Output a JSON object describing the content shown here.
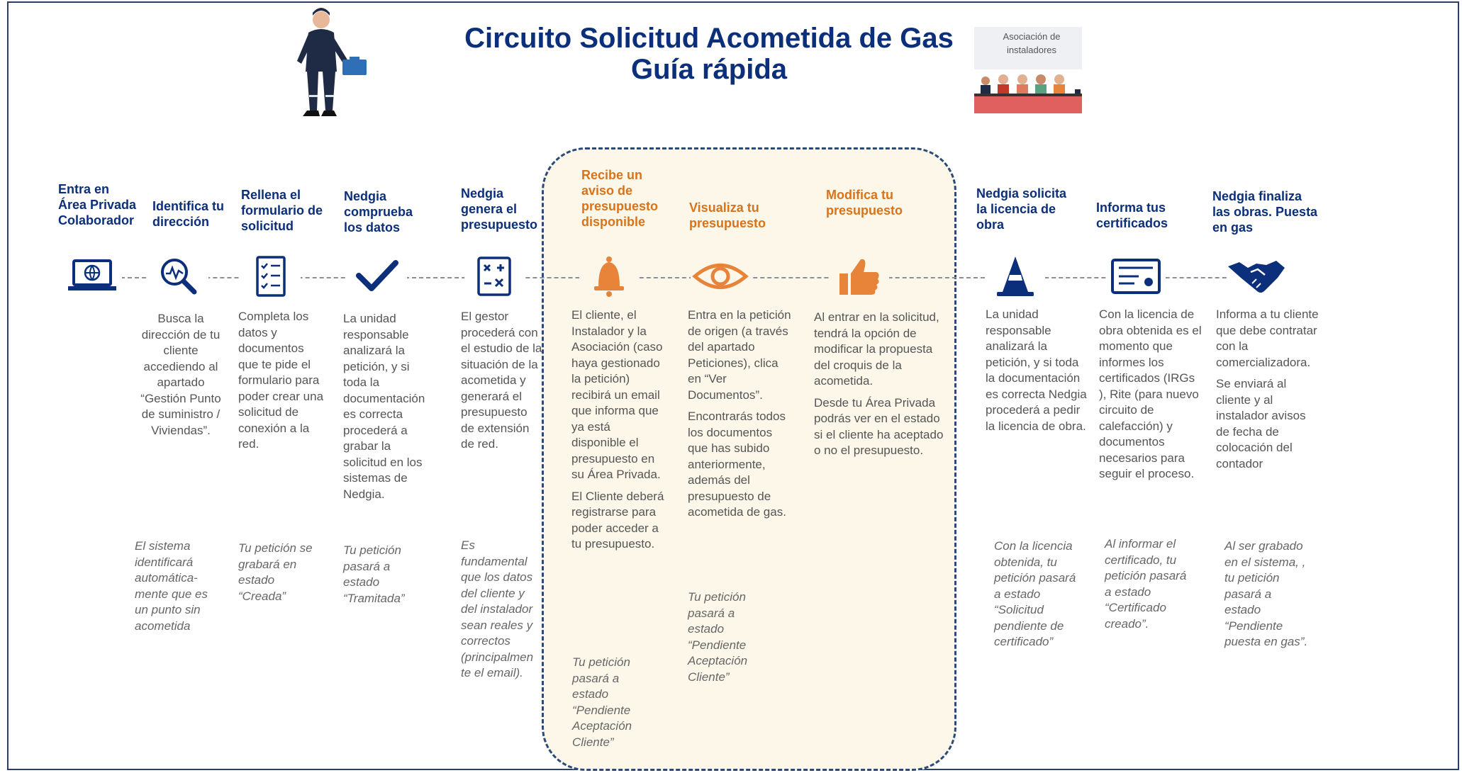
{
  "title": {
    "line1": "Circuito Solicitud Acometida de Gas",
    "line2": "Guía rápida"
  },
  "association": {
    "label": "Asociación de instaladores"
  },
  "colors": {
    "navy": "#0b2f7a",
    "orange": "#d9731a",
    "highlight_bg": "#fdf7ea"
  },
  "steps": [
    {
      "title": "Entra en Área Privada Colaborador",
      "icon": "laptop-icon",
      "desc": [],
      "status": ""
    },
    {
      "title": "Identifica tu dirección",
      "icon": "search-icon",
      "desc": [
        "Busca la dirección de tu cliente accediendo al apartado “Gestión Punto de suministro / Viviendas”."
      ],
      "status": "El sistema identificará automática-mente que es un punto sin acometida"
    },
    {
      "title": "Rellena el formulario de solicitud",
      "icon": "checklist-icon",
      "desc": [
        "Completa los datos y documentos que te pide el formulario para poder crear una solicitud de conexión a la red."
      ],
      "status": "Tu petición se grabará en estado “Creada”"
    },
    {
      "title": "Nedgia comprueba los datos",
      "icon": "checkmark-icon",
      "desc": [
        "La unidad responsable analizará la petición, y si toda la documentación es correcta procederá a grabar la solicitud en los sistemas de Nedgia."
      ],
      "status": "Tu petición pasará a estado “Tramitada”"
    },
    {
      "title": "Nedgia genera el presupuesto",
      "icon": "calculator-icon",
      "desc": [
        "El gestor procederá con el estudio de la situación de la acometida y generará el presupuesto de extensión de red."
      ],
      "status": "Es fundamental que los datos del cliente y del instalador sean reales y correctos (principalmen te el email)."
    },
    {
      "title": "Recibe un aviso de presupuesto disponible",
      "icon": "bell-icon",
      "desc": [
        "El cliente, el Instalador y la Asociación (caso haya gestionado la petición) recibirá un email que informa que ya está disponible el presupuesto en su Área Privada.",
        "El Cliente deberá registrarse para poder acceder a tu presupuesto."
      ],
      "status": "Tu petición pasará a estado “Pendiente Aceptación Cliente”"
    },
    {
      "title": "Visualiza tu presupuesto",
      "icon": "eye-icon",
      "desc": [
        "Entra en la petición de origen (a través del apartado Peticiones), clica en “Ver Documentos”.",
        "Encontrarás todos los documentos que has subido anteriormente, además del presupuesto de acometida de gas."
      ],
      "status": "Tu petición pasará a estado “Pendiente Aceptación Cliente”"
    },
    {
      "title": "Modifica tu presupuesto",
      "icon": "thumbs-up-icon",
      "desc": [
        "Al entrar en la solicitud, tendrá la opción de modificar la propuesta del croquis de la acometida.",
        "Desde tu Área Privada podrás ver en el estado si el cliente ha aceptado o no el presupuesto."
      ],
      "status": ""
    },
    {
      "title": "Nedgia solicita la licencia de obra",
      "icon": "traffic-cone-icon",
      "desc": [
        "La unidad responsable analizará la petición, y si toda la documentación es correcta Nedgia procederá a pedir la licencia de obra."
      ],
      "status": "Con la licencia obtenida, tu petición pasará a estado “Solicitud pendiente de certificado”"
    },
    {
      "title": "Informa tus certificados",
      "icon": "certificate-icon",
      "desc": [
        "Con la licencia de obra obtenida es el momento que informes los certificados (IRGs ), Rite (para nuevo circuito de calefacción) y documentos necesarios para seguir el proceso."
      ],
      "status": "Al informar el certificado, tu petición pasará a estado “Certificado creado”."
    },
    {
      "title": "Nedgia finaliza las obras. Puesta en gas",
      "icon": "handshake-icon",
      "desc": [
        "Informa a tu cliente que debe contratar con la comercializadora.",
        "Se enviará al cliente y al instalador avisos de fecha de colocación del contador"
      ],
      "status": "Al ser grabado en el sistema, , tu petición pasará a estado “Pendiente puesta en gas”."
    }
  ]
}
